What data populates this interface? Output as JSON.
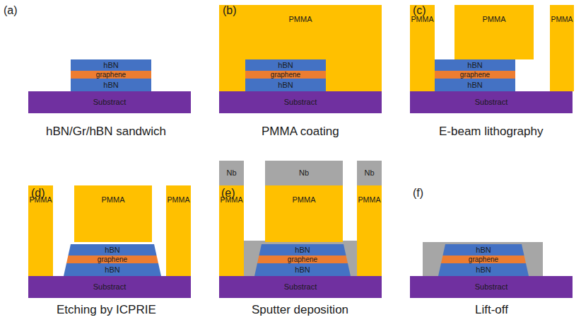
{
  "diagram": {
    "nodes": [
      {
        "text": [
          "hBN"
        ]
      },
      {
        "text": [
          "graphene"
        ]
      },
      {
        "text": [
          "hBN"
        ]
      },
      {
        "text": [
          "Substract"
        ]
      },
      {
        "text": [
          "PMMA"
        ]
      },
      {
        "text": [
          "hBN"
        ],
        "in": 4
      },
      {
        "text": [
          "graphene"
        ],
        "in": 4
      },
      {
        "text": [
          "hBN"
        ],
        "in": 4
      },
      {
        "text": [
          "Substract"
        ]
      },
      {
        "text": [
          "PMMA"
        ]
      },
      {
        "text": [
          "PMMA"
        ]
      },
      {
        "text": [
          "PMMA"
        ]
      },
      {
        "text": [
          "hBN"
        ]
      },
      {
        "text": [
          "graphene"
        ]
      },
      {
        "text": [
          "hBN"
        ]
      },
      {
        "text": [
          "Substract"
        ]
      },
      {
        "text": [
          "PMMA"
        ]
      },
      {
        "text": [
          "PMMA"
        ]
      },
      {
        "text": [
          "PMMA"
        ]
      },
      {
        "text": [
          "hBN"
        ]
      },
      {
        "text": [
          "graphene"
        ]
      },
      {
        "text": [
          "hBN"
        ]
      },
      {
        "text": [
          "Substract"
        ]
      },
      {
        "text": [
          "Nb"
        ]
      },
      {
        "text": [
          "Nb"
        ]
      },
      {
        "text": [
          "Nb"
        ]
      },
      {
        "text": [
          "PMMA"
        ]
      },
      {
        "text": [
          "PMMA"
        ]
      },
      {
        "text": [
          "PMMA"
        ]
      },
      {
        "text": [
          "hBN"
        ]
      },
      {
        "text": [
          "graphene"
        ]
      },
      {
        "text": [
          "hBN"
        ]
      },
      {
        "text": [
          "Substract"
        ]
      },
      {
        "text": [
          "hBN"
        ]
      },
      {
        "text": [
          "graphene"
        ]
      },
      {
        "text": [
          "hBN"
        ]
      },
      {
        "text": [
          "Substract"
        ]
      }
    ],
    "labels": [
      "(a)",
      "hBN/Gr/hBN sandwich",
      "(b)",
      "PMMA coating",
      "(c)",
      "E-beam lithography",
      "(d)",
      "Etching by ICPRIE",
      "(e)",
      "Sputter deposition",
      "(f)",
      "Lift-off"
    ]
  }
}
